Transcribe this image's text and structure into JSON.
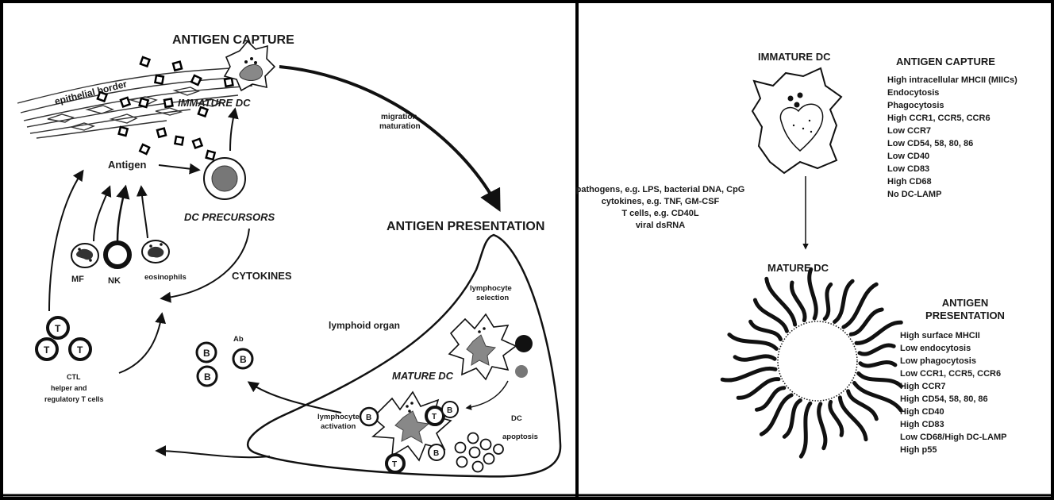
{
  "left_panel": {
    "antigen_capture": "ANTIGEN CAPTURE",
    "epithelial_border": "epithelial border",
    "immature_dc": "IMMATURE DC",
    "migration": "migration",
    "maturation": "maturation",
    "antigen": "Antigen",
    "dc_precursors": "DC PRECURSORS",
    "antigen_presentation": "ANTIGEN PRESENTATION",
    "mf": "MF",
    "nk": "NK",
    "eosinophils": "eosinophils",
    "cytokines": "CYTOKINES",
    "lymphocyte_selection": [
      "lymphocyte",
      "selection"
    ],
    "lymphoid_organ": "lymphoid organ",
    "ab": "Ab",
    "mature_dc": "MATURE DC",
    "t_cell_letter": "T",
    "b_cell_letter": "B",
    "ctl_lines": [
      "CTL",
      "helper and",
      "regulatory T cells"
    ],
    "lymphocyte_activation": [
      "lymphocyte",
      "activation"
    ],
    "dc_apoptosis": [
      "DC",
      "apoptosis"
    ]
  },
  "right_panel": {
    "immature_dc": "IMMATURE DC",
    "antigen_capture": "ANTIGEN CAPTURE",
    "capture_list": [
      "High intracellular MHCII (MIICs)",
      "Endocytosis",
      "Phagocytosis",
      "High CCR1, CCR5, CCR6",
      "Low CCR7",
      "Low CD54, 58, 80, 86",
      "Low CD40",
      "Low CD83",
      "High CD68",
      "No DC-LAMP"
    ],
    "stimuli": [
      "pathogens, e.g. LPS, bacterial DNA, CpG",
      "cytokines, e.g. TNF, GM-CSF",
      "T cells, e.g. CD40L",
      "viral dsRNA"
    ],
    "mature_dc": "MATURE DC",
    "antigen_presentation_lines": [
      "ANTIGEN",
      "PRESENTATION"
    ],
    "presentation_list": [
      "High surface MHCII",
      "Low endocytosis",
      "Low phagocytosis",
      "Low CCR1, CCR5, CCR6",
      "High CCR7",
      "High CD54, 58, 80, 86",
      "High CD40",
      "High CD83",
      "Low CD68/High DC-LAMP",
      "High p55"
    ]
  }
}
